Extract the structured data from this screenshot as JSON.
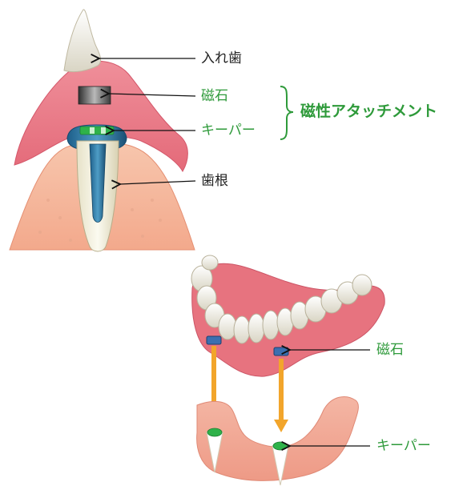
{
  "labels": {
    "denture": "入れ歯",
    "magnet_top": "磁石",
    "keeper_top": "キーパー",
    "root": "歯根",
    "magnetic_attachment": "磁性アタッチメント",
    "magnet_bottom": "磁石",
    "keeper_bottom": "キーパー"
  },
  "colors": {
    "label_green": "#2e9a3a",
    "label_dark": "#222222",
    "gum_pink": "#e8707e",
    "arrow_orange": "#f2a52b",
    "magnet_blue": "#3b6fb0",
    "keeper_green": "#2fb24a"
  }
}
